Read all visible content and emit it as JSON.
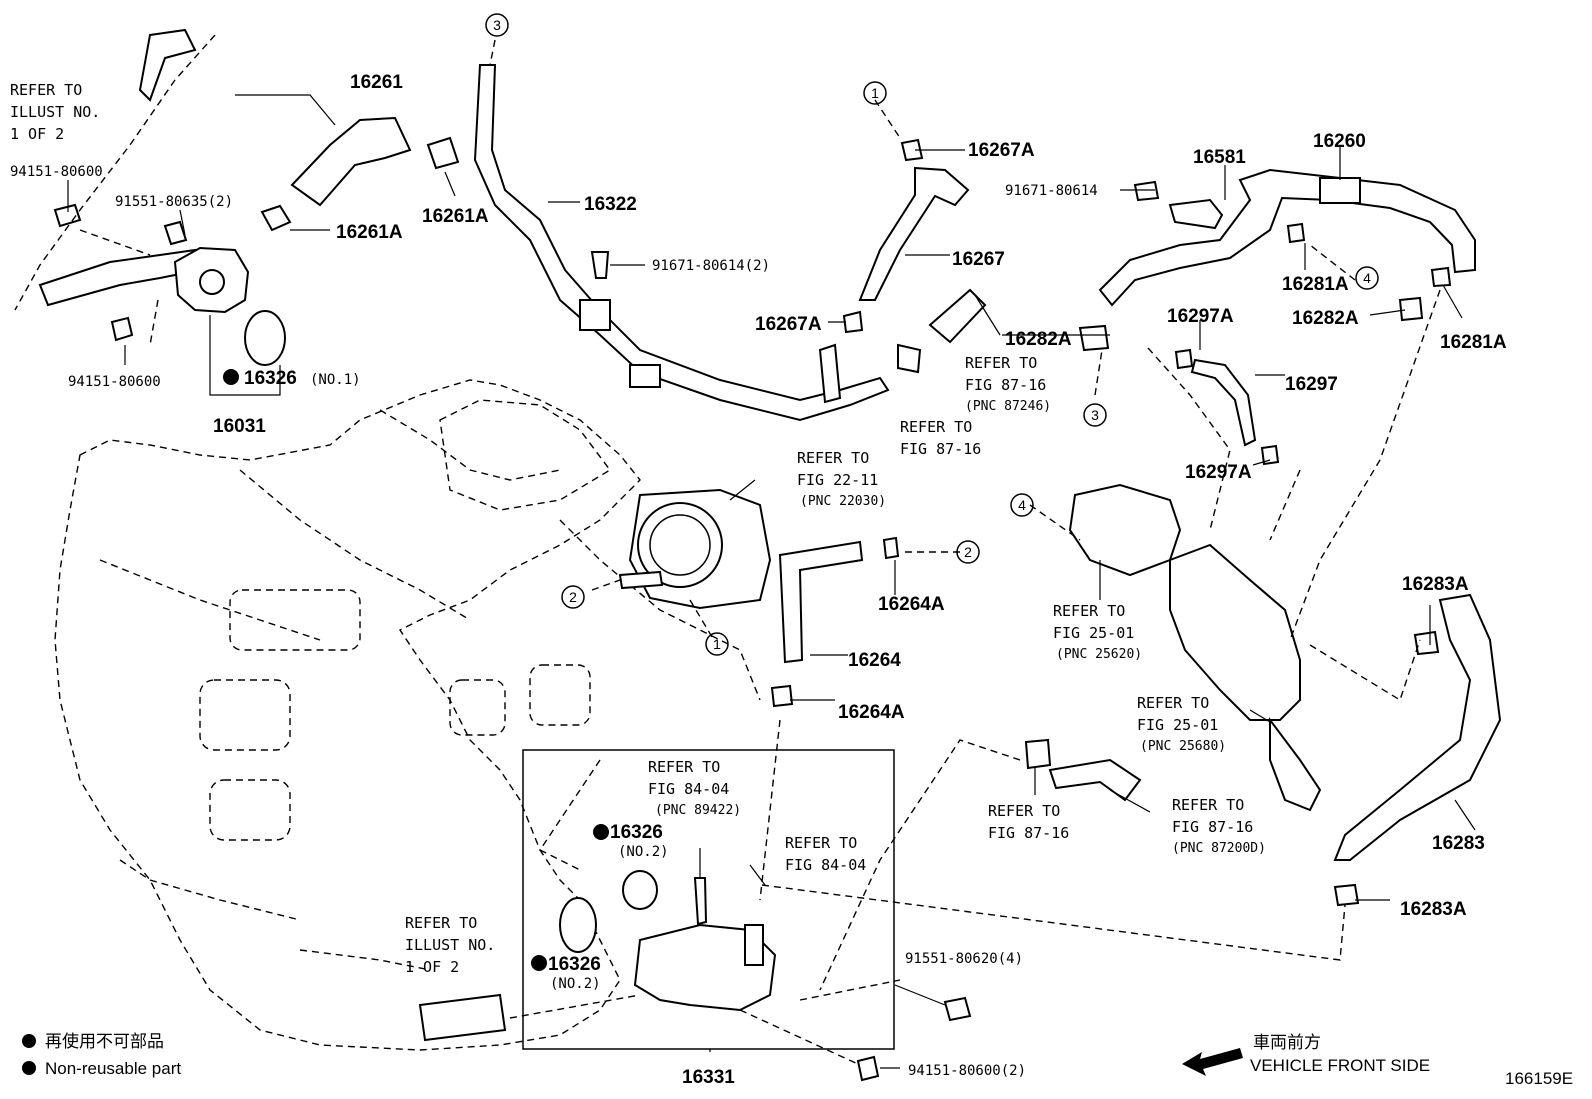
{
  "figure_id": "166159E",
  "callouts": {
    "c1": "1",
    "c2": "2",
    "c3": "3",
    "c4": "4"
  },
  "labels": {
    "p16261": "16261",
    "p16261a": "16261A",
    "p16322": "16322",
    "p16267": "16267",
    "p16267a": "16267A",
    "p16282a": "16282A",
    "p16326": "16326",
    "no1": "(NO.1)",
    "no2": "(NO.2)",
    "p16031": "16031",
    "p16264": "16264",
    "p16264a": "16264A",
    "p16581": "16581",
    "p16260": "16260",
    "p16281a": "16281A",
    "p16297": "16297",
    "p16297a": "16297A",
    "p16283": "16283",
    "p16283a": "16283A",
    "p16331": "16331"
  },
  "fasteners": {
    "f94151": "94151-80600",
    "f94151_2": "94151-80600(2)",
    "f91551_80635": "91551-80635(2)",
    "f91671": "91671-80614",
    "f91671_2": "91671-80614(2)",
    "f91551_80620": "91551-80620(4)"
  },
  "refs": {
    "r1": {
      "l1": "REFER TO",
      "l2": "ILLUST NO.",
      "l3": "1 OF 2"
    },
    "r2": {
      "l1": "REFER TO",
      "l2": "FIG 87-16",
      "l3": "(PNC 87246)"
    },
    "r3": {
      "l1": "REFER TO",
      "l2": "FIG 87-16"
    },
    "r4": {
      "l1": "REFER TO",
      "l2": "FIG 22-11",
      "l3": "(PNC 22030)"
    },
    "r5": {
      "l1": "REFER TO",
      "l2": "FIG 25-01",
      "l3": "(PNC 25620)"
    },
    "r6": {
      "l1": "REFER TO",
      "l2": "FIG 25-01",
      "l3": "(PNC 25680)"
    },
    "r7": {
      "l1": "REFER TO",
      "l2": "FIG 84-04",
      "l3": "(PNC 89422)"
    },
    "r8": {
      "l1": "REFER TO",
      "l2": "FIG 84-04"
    },
    "r9": {
      "l1": "REFER TO",
      "l2": "FIG 87-16"
    },
    "r10": {
      "l1": "REFER TO",
      "l2": "FIG 87-16",
      "l3": "(PNC 87200D)"
    },
    "r11": {
      "l1": "REFER TO",
      "l2": "ILLUST NO.",
      "l3": "1 OF 2"
    }
  },
  "legend": {
    "jp": "再使用不可部品",
    "en": "Non-reusable part"
  },
  "front": {
    "jp": "車両前方",
    "en": "VEHICLE FRONT SIDE"
  }
}
